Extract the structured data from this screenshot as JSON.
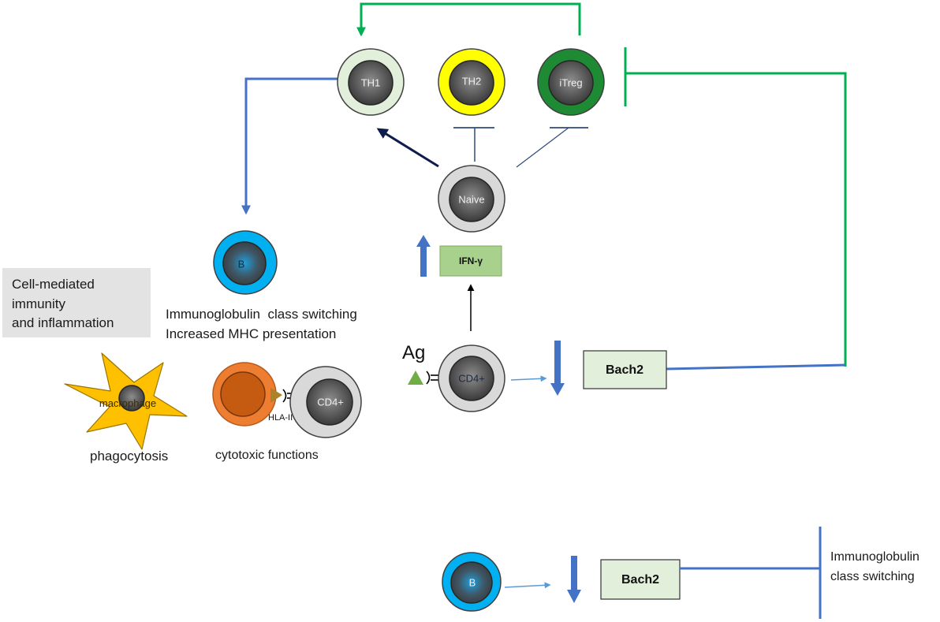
{
  "cells": {
    "th1": {
      "label": "TH1",
      "ring_color": "#e2efda"
    },
    "th2": {
      "label": "TH2",
      "ring_color": "#ffff00"
    },
    "itreg": {
      "label": "iTreg",
      "ring_color": "#1e8b34"
    },
    "naive": {
      "label": "Naive",
      "ring_color": "#d9d9d9"
    },
    "b_cell_top": {
      "label": "B",
      "ring_color": "#00b0f0"
    },
    "cd4_main": {
      "label": "CD4+",
      "ring_color": "#d9d9d9"
    },
    "cd4_presenting": {
      "label": "CD4+",
      "ring_color": "#d9d9d9"
    },
    "cytotoxic_cell": {
      "ring_color": "#ed7d31",
      "core_color": "#c55a11"
    },
    "macrophage": {
      "label": "macrophage",
      "body_color": "#ffc000"
    },
    "b_cell_bottom": {
      "label": "B",
      "ring_color": "#00b0f0"
    }
  },
  "boxes": {
    "ifn_gamma": {
      "label": "IFN-γ",
      "fill": "#a9d18e"
    },
    "bach2_top": {
      "label": "Bach2",
      "fill": "#e2efda"
    },
    "bach2_bottom": {
      "label": "Bach2",
      "fill": "#e2efda"
    },
    "cell_mediated": {
      "lines": [
        "Cell-mediated",
        "immunity",
        "and inflammation"
      ],
      "fill": "#e3e3e3"
    }
  },
  "labels": {
    "b_cell_effects": [
      "Immunoglobulin  class switching",
      "Increased MHC presentation"
    ],
    "antigen": "Ag",
    "hla": "HLA-II",
    "phagocytosis": "phagocytosis",
    "cytotoxic": "cytotoxic functions",
    "bottom_effect": [
      "Immunoglobulin",
      "class switching"
    ]
  },
  "colors": {
    "feedback_green": "#00b050",
    "pathway_blue": "#4472c4",
    "thin_blue": "#5b9bd5",
    "navy": "#0e1c4e",
    "inhibit_navy": "#2f4a7a",
    "antigen_green": "#70ad47",
    "hla_ligand": "#a9822a",
    "black": "#000000"
  }
}
